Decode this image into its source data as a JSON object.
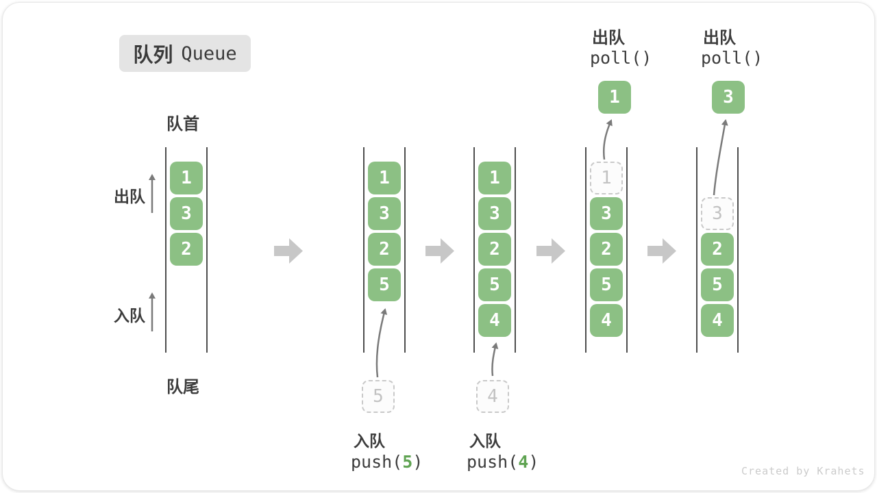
{
  "title": {
    "zh": "队列",
    "en": "Queue"
  },
  "side_labels": {
    "front": "队首",
    "rear": "队尾",
    "dequeue": "出队",
    "enqueue": "入队"
  },
  "watermark": "Created by Krahets",
  "colors": {
    "block_green": "#8CC084",
    "code_green": "#5FA352",
    "wall_gray": "#4d4d4d",
    "block_arrow_gray": "#c7c7c7",
    "thin_arrow_gray": "#7a7a7a",
    "badge_gray": "#e4e4e4"
  },
  "states": [
    {
      "cells": [
        {
          "value": "1"
        },
        {
          "value": "3"
        },
        {
          "value": "2"
        }
      ]
    },
    {
      "cells": [
        {
          "value": "1"
        },
        {
          "value": "3"
        },
        {
          "value": "2"
        },
        {
          "value": "5"
        }
      ],
      "staged": {
        "value": "5"
      },
      "op": {
        "action": "入队",
        "fn": "push(",
        "arg": "5",
        "close": ")"
      }
    },
    {
      "cells": [
        {
          "value": "1"
        },
        {
          "value": "3"
        },
        {
          "value": "2"
        },
        {
          "value": "5"
        },
        {
          "value": "4"
        }
      ],
      "staged": {
        "value": "4"
      },
      "op": {
        "action": "入队",
        "fn": "push(",
        "arg": "4",
        "close": ")"
      }
    },
    {
      "cells": [
        {
          "value": "1",
          "removed": true
        },
        {
          "value": "3"
        },
        {
          "value": "2"
        },
        {
          "value": "5"
        },
        {
          "value": "4"
        }
      ],
      "popped": {
        "value": "1"
      },
      "op": {
        "action": "出队",
        "fn": "poll()",
        "arg": "",
        "close": ""
      }
    },
    {
      "cells": [
        {
          "value": "3",
          "removed": true
        },
        {
          "value": "2"
        },
        {
          "value": "5"
        },
        {
          "value": "4"
        }
      ],
      "popped": {
        "value": "3"
      },
      "op": {
        "action": "出队",
        "fn": "poll()",
        "arg": "",
        "close": ""
      }
    }
  ]
}
